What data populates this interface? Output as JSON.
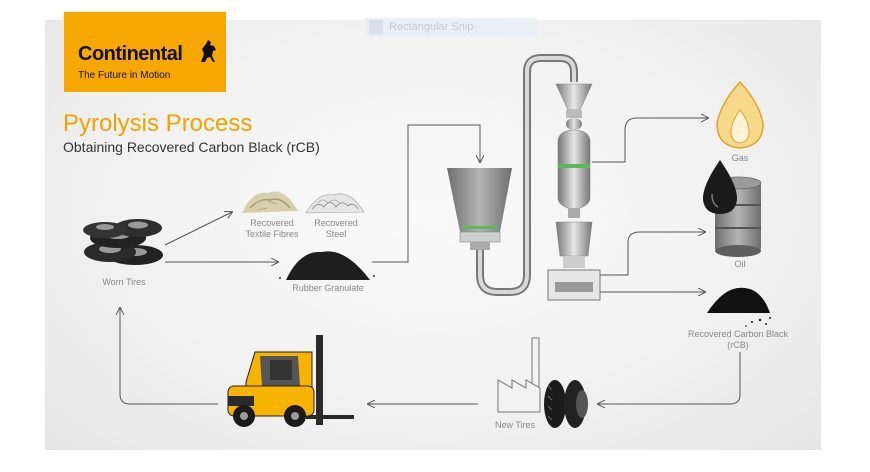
{
  "overlay": {
    "snip_label": "Rectangular Snip"
  },
  "logo": {
    "brand": "Continental",
    "slogan": "The Future in Motion"
  },
  "header": {
    "title": "Pyrolysis Process",
    "subtitle": "Obtaining Recovered Carbon Black (rCB)"
  },
  "labels": {
    "worn_tires": "Worn Tires",
    "textile_line1": "Recovered",
    "textile_line2": "Textile Fibres",
    "steel_line1": "Recovered",
    "steel_line2": "Steel",
    "rubber": "Rubber Granulate",
    "gas": "Gas",
    "oil": "Oil",
    "rcb_line1": "Recovered Carbon Black",
    "rcb_line2": "(rCB)",
    "new_tires": "New Tires"
  },
  "colors": {
    "brand_yellow": "#f6a800",
    "title_orange": "#f3a300",
    "accent_green": "#5cb85c",
    "machine_grey": "#8c8c8c"
  }
}
